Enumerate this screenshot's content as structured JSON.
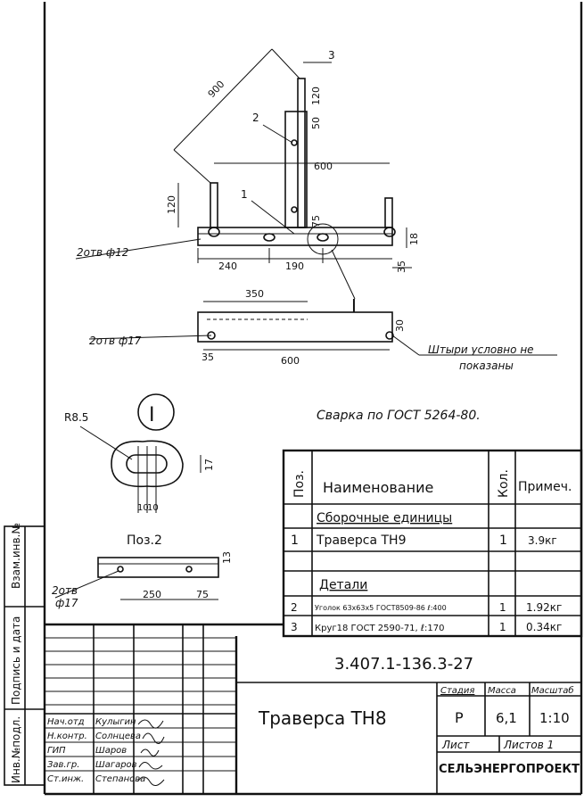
{
  "drawing": {
    "positions": {
      "p1": "1",
      "p2": "2",
      "p3": "3"
    },
    "dims_main": {
      "d900": "900",
      "d600": "600",
      "d120_left": "120",
      "d50": "50",
      "d120_top": "120",
      "d240": "240",
      "d190": "190",
      "d75": "75",
      "d18": "18",
      "d35": "35"
    },
    "hole_note_1": "2отв ф12",
    "detail_marker": "I",
    "dims_bottom_view": {
      "d350": "350",
      "d35": "35",
      "d600": "600",
      "d30": "30"
    },
    "hole_note_2": "2отв ф17",
    "pins_note_line1": "Штыри условно не",
    "pins_note_line2": "показаны",
    "weld_note": "Сварка по ГОСТ 5264-80.",
    "detail": {
      "marker": "I",
      "radius": "R8.5",
      "d17": "17",
      "d10a": "10",
      "d10b": "10"
    },
    "pos2": {
      "title": "Поз.2",
      "hole_note_a": "2отв",
      "hole_note_b": "ф17",
      "d250": "250",
      "d75": "75",
      "d13": "13"
    }
  },
  "spec_table": {
    "headers": {
      "pos": "Поз.",
      "name": "Наименование",
      "qty": "Кол.",
      "note": "Примеч."
    },
    "rows": [
      {
        "pos": "",
        "name": "Сборочные единицы",
        "qty": "",
        "note": ""
      },
      {
        "pos": "1",
        "name": "Траверса ТН9",
        "qty": "1",
        "note": "3.9кг"
      },
      {
        "pos": "",
        "name": "",
        "qty": "",
        "note": ""
      },
      {
        "pos": "",
        "name": "Детали",
        "qty": "",
        "note": ""
      },
      {
        "pos": "2",
        "name": "Уголок 63х63х5 ГОСТ8509-86 ℓ:400",
        "qty": "1",
        "note": "1.92кг"
      },
      {
        "pos": "3",
        "name": "Круг18 ГОСТ 2590-71, ℓ:170",
        "qty": "1",
        "note": "0.34кг"
      }
    ]
  },
  "title_block": {
    "doc_code": "3.407.1-136.3-27",
    "title": "Траверса ТН8",
    "stage_label": "Стадия",
    "mass_label": "Масса",
    "scale_label": "Масштаб",
    "stage": "Р",
    "mass": "6,1",
    "scale": "1:10",
    "sheet_label": "Лист",
    "sheets_label": "Листов 1",
    "organization": "СЕЛЬЭНЕРГОПРОЕКТ",
    "signatures": [
      {
        "role": "Нач.отд",
        "name": "Кулыгин"
      },
      {
        "role": "Н.контр.",
        "name": "Солнцева"
      },
      {
        "role": "ГИП",
        "name": "Шаров"
      },
      {
        "role": "Зав.гр.",
        "name": "Шагаров"
      },
      {
        "role": "Ст.инж.",
        "name": "Степанова"
      }
    ],
    "side_labels": {
      "inv": "Инв.№подл.",
      "sign": "Подпись и дата",
      "replace": "Взам.инв.№"
    }
  }
}
